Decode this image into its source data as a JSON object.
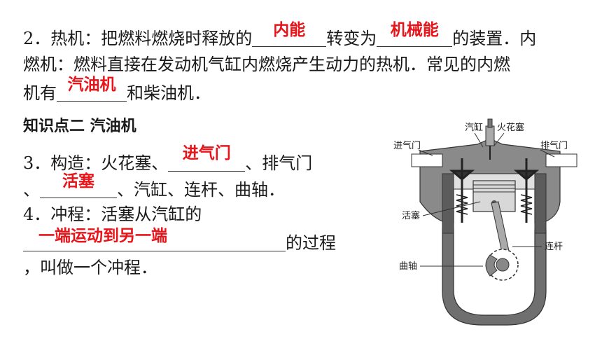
{
  "item2": {
    "line1_prefix": "2．热机：把燃料燃烧时释放的",
    "answer1": "内能",
    "line1_mid": "转变为",
    "answer2": "机械能",
    "line1_suffix": "的装置．内",
    "line2": "燃机：燃料直接在发动机气缸内燃烧产生动力的热机．常见的内燃",
    "line3_prefix": "机有",
    "answer3": "汽油机",
    "line3_suffix": "和柴油机．"
  },
  "heading": "知识点二  汽油机",
  "item3": {
    "line1_prefix": "3．构造：火花塞、",
    "answer1": "进气门",
    "line1_suffix": "、排气门",
    "line2_prefix": "、",
    "answer2": "活塞",
    "line2_suffix": "、汽缸、连杆、曲轴．"
  },
  "item4": {
    "line1": "4．冲程：活塞从汽缸的",
    "answer": "一端运动到另一端",
    "line2_suffix": "的过程",
    "line3": "，叫做一个冲程．"
  },
  "diagram": {
    "labels": {
      "cylinder": "汽缸",
      "spark_plug": "火花塞",
      "intake_valve": "进气门",
      "exhaust_valve": "排气门",
      "piston": "活塞",
      "connecting_rod": "连杆",
      "crankshaft": "曲轴"
    }
  },
  "colors": {
    "answer": "#e8141a",
    "text": "#1a1a1a"
  }
}
